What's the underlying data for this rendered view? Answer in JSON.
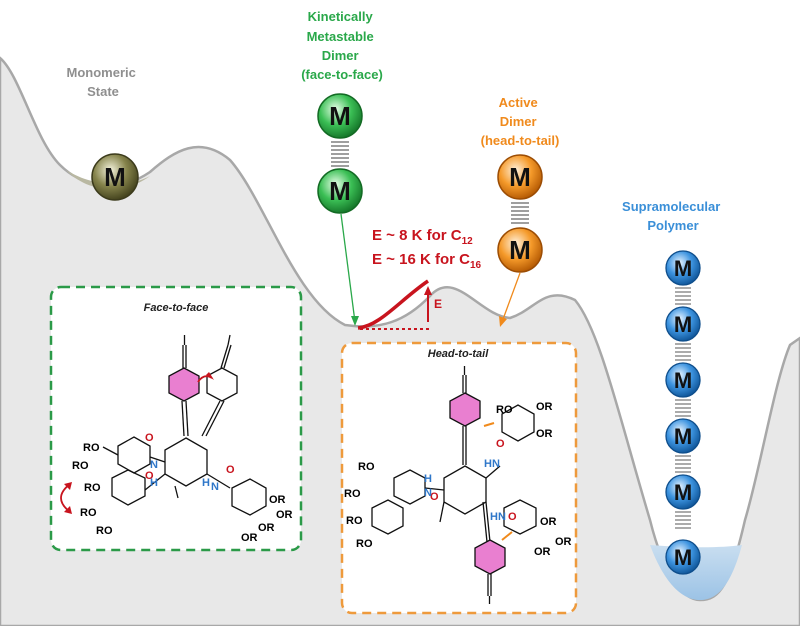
{
  "labels": {
    "monomeric": [
      "Monomeric",
      "State"
    ],
    "kinetic": [
      "Kinetically",
      "Metastable",
      "Dimer",
      "(face-to-face)"
    ],
    "active": [
      "Active",
      "Dimer",
      "(head-to-tail)"
    ],
    "supra": [
      "Supramolecular",
      "Polymer"
    ],
    "energy_c12": "E ~ 8 K for C",
    "energy_c12_sub": "12",
    "energy_c16": "E ~ 16 K for C",
    "energy_c16_sub": "16",
    "energy_arrow": "E",
    "box_face": "Face-to-face",
    "box_head": "Head-to-tail",
    "monomer_symbol": "M"
  },
  "chem": {
    "ro": "RO",
    "or": "OR",
    "o": "O",
    "h": "H",
    "n": "N"
  },
  "colors": {
    "landscape": "#e8e8e8",
    "green": "#2aa84a",
    "orange": "#f08a1c",
    "blue": "#3a8fd8",
    "olive": "#6b6a3a",
    "energy_red": "#c8141e",
    "pink": "#e97fd0",
    "box_green": "#2b9a48",
    "box_orange": "#ee9a3c",
    "heteroatom_blue": "#2f77c9"
  }
}
